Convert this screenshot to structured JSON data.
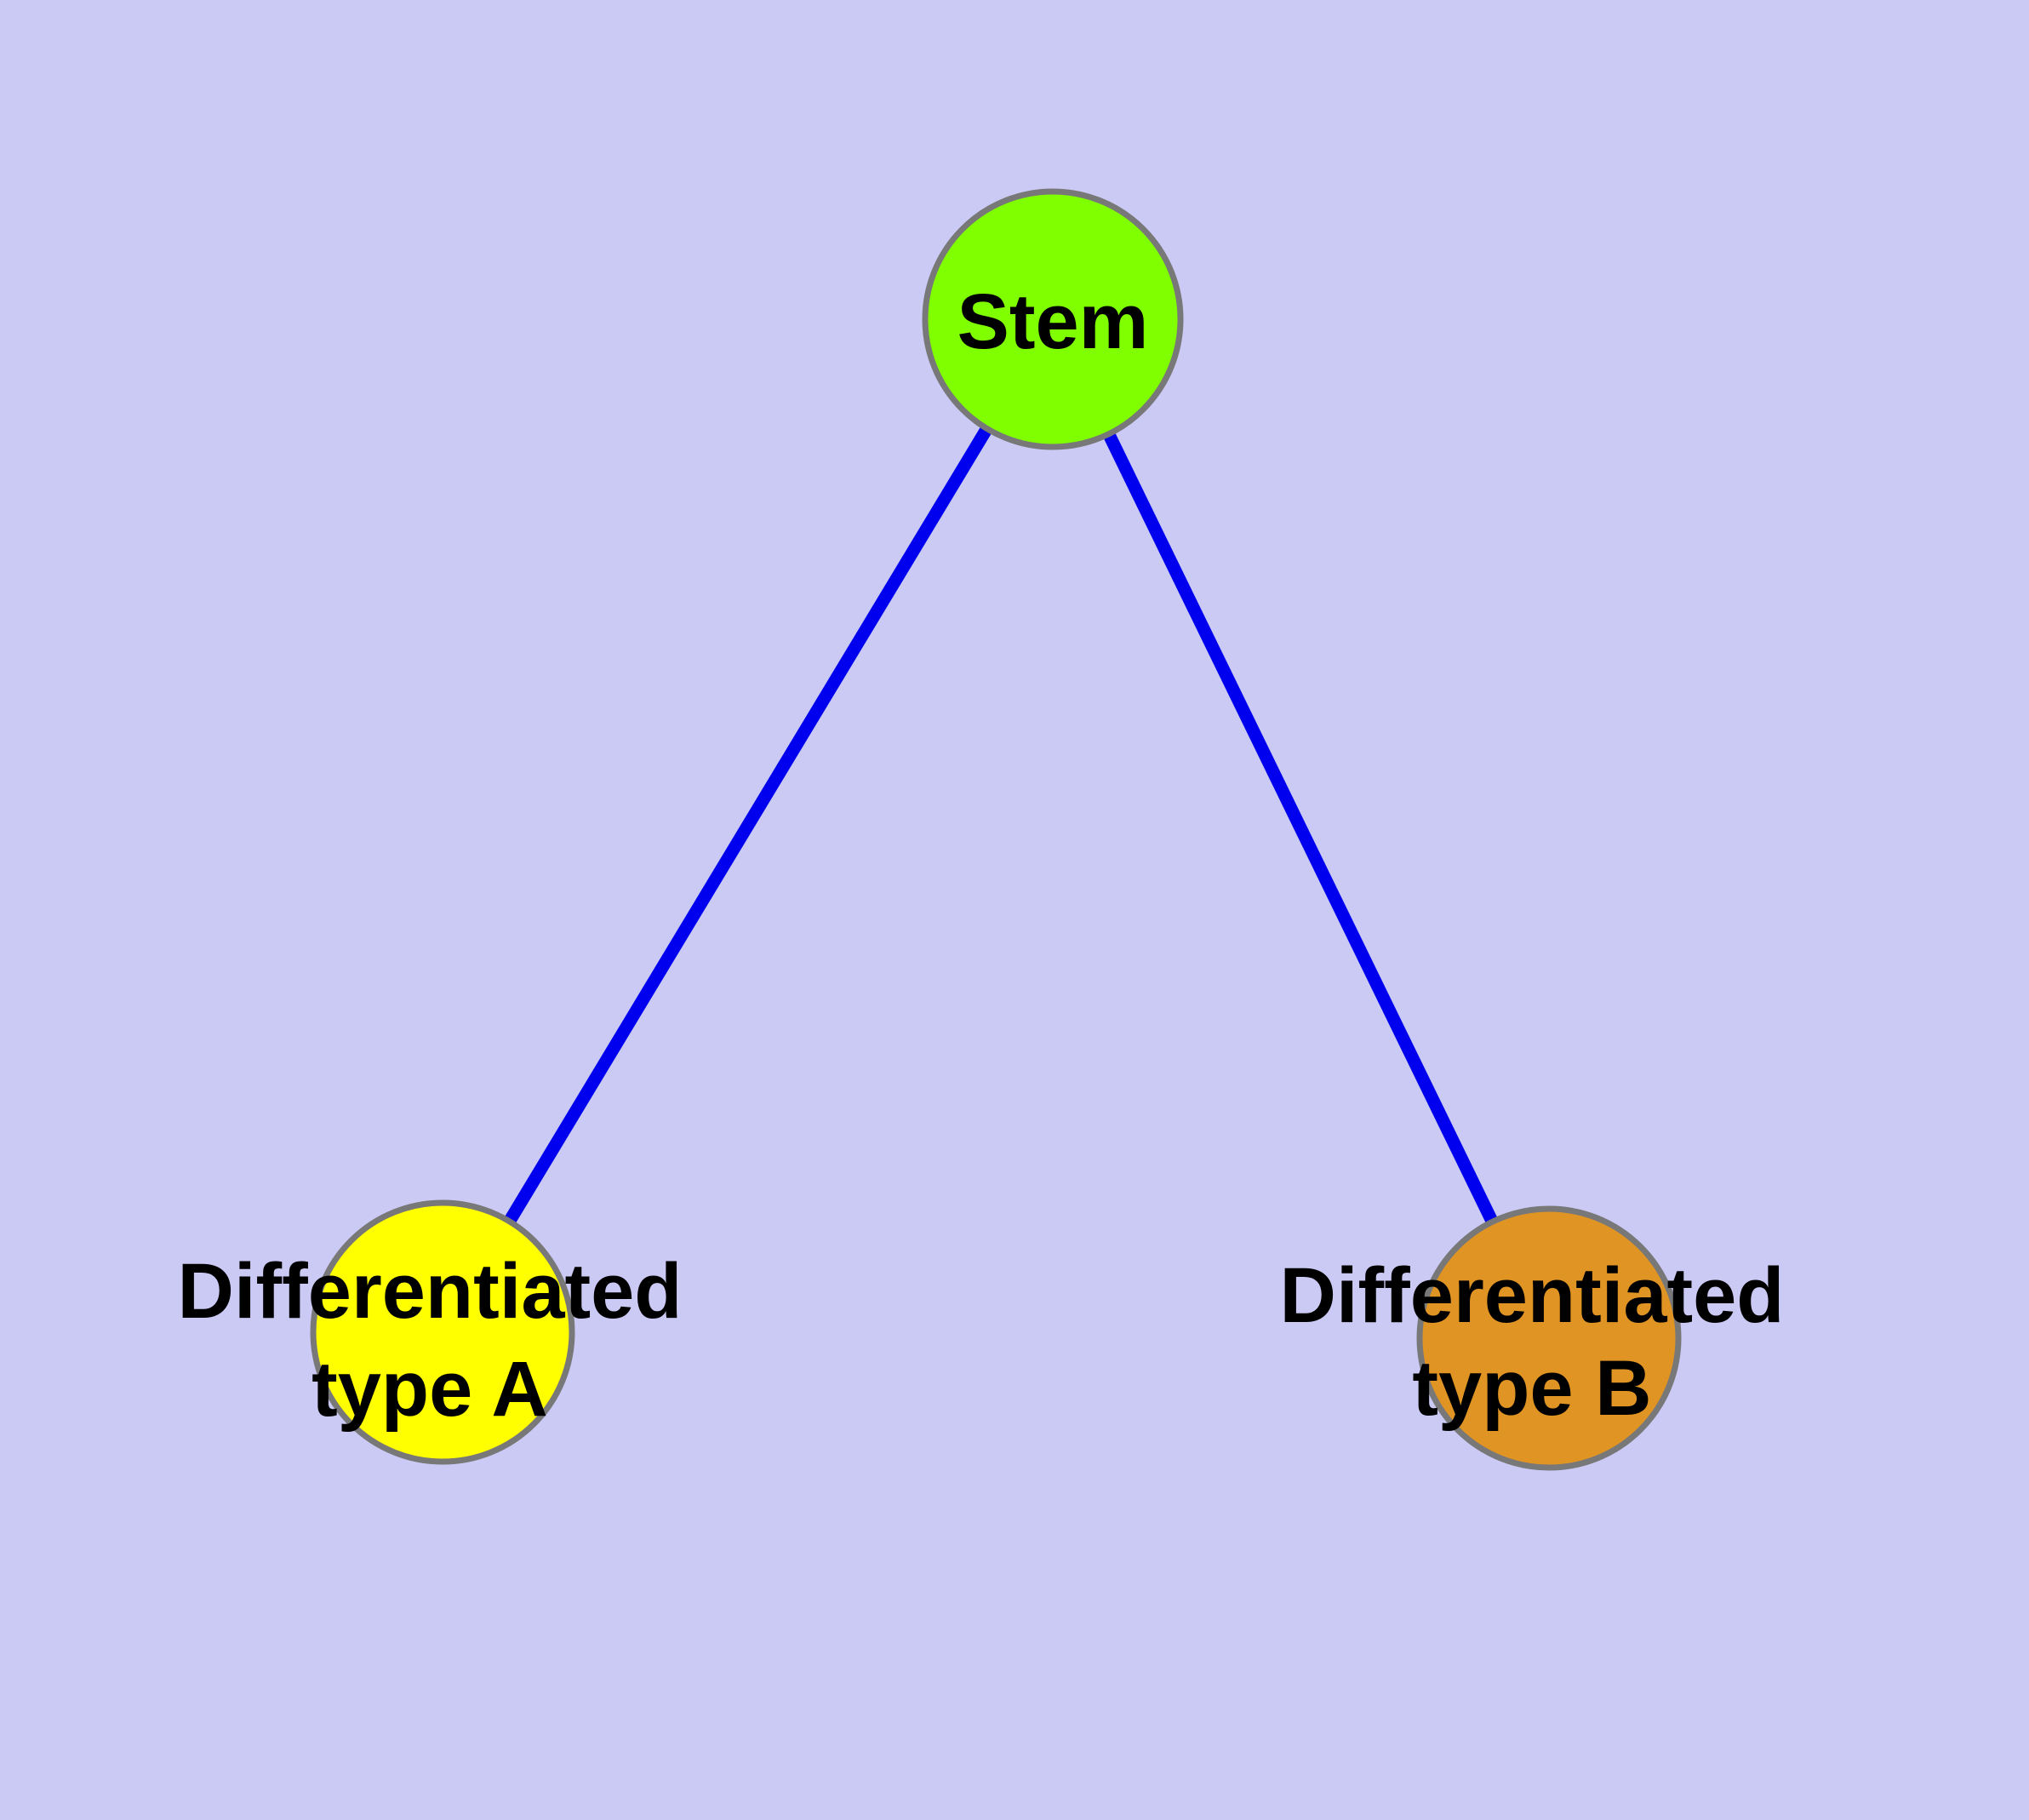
{
  "diagram": {
    "background_color": "#CACAF5",
    "edge_color": "#0000EE",
    "node_border_color": "#787878",
    "text_color": "#000000",
    "nodes": {
      "stem": {
        "label": "Stem",
        "fill": "#7FFF00"
      },
      "type_a": {
        "label": "Differentiated type A",
        "label_line1": "Differentiated",
        "label_line2": "type A",
        "fill": "#FFFF00"
      },
      "type_b": {
        "label": "Differentiated type B",
        "label_line1": "Differentiated",
        "label_line2": "type B",
        "fill": "#E09423"
      }
    },
    "edges": [
      {
        "from": "Stem",
        "to": "Differentiated type A"
      },
      {
        "from": "Stem",
        "to": "Differentiated type B"
      }
    ]
  }
}
